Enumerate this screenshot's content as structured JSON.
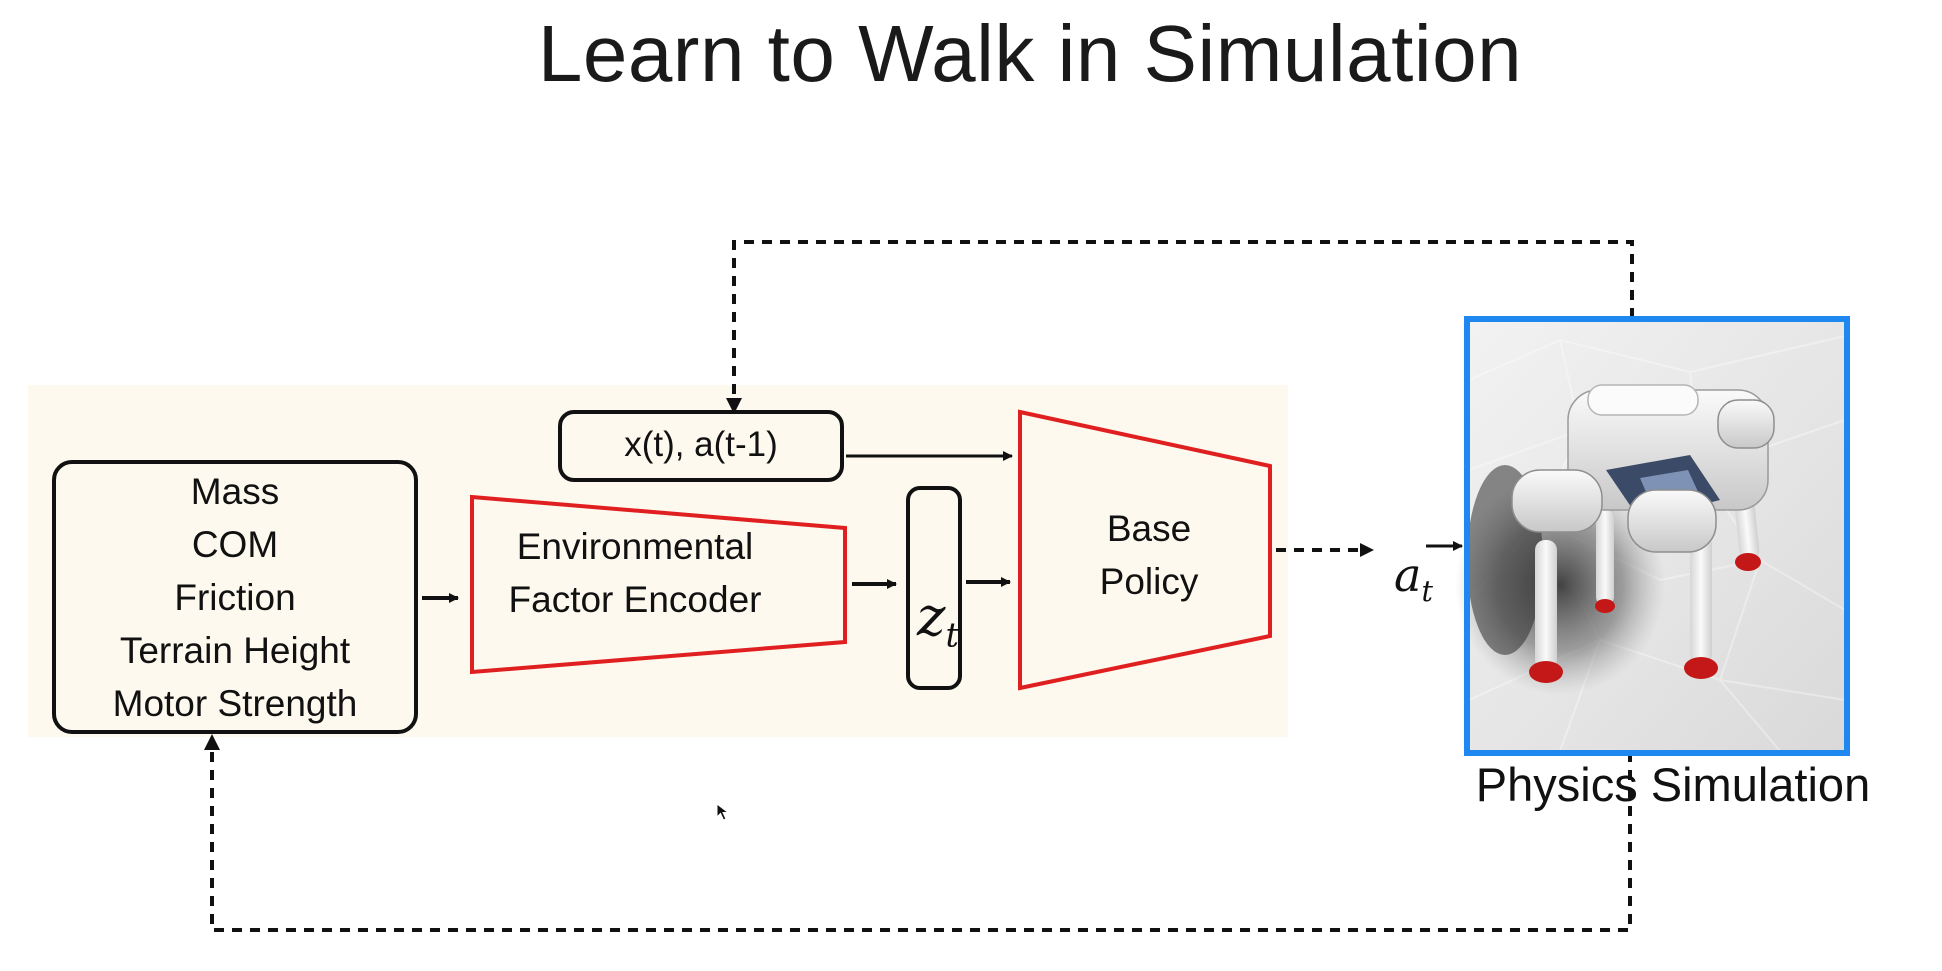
{
  "slide": {
    "title": "Learn to Walk in Simulation"
  },
  "diagram": {
    "env_params": [
      "Mass",
      "COM",
      "Friction",
      "Terrain Height",
      "Motor Strength"
    ],
    "observation": "x(t), a(t-1)",
    "encoder": {
      "line1": "Environmental",
      "line2": "Factor Encoder"
    },
    "latent": {
      "base": "z",
      "sub": "t"
    },
    "policy": {
      "line1": "Base",
      "line2": "Policy"
    },
    "action": {
      "base": "a",
      "sub": "t"
    },
    "simulation": {
      "caption": "Physics Simulation"
    }
  },
  "colors": {
    "encoder_outline": "#e02020",
    "simulation_frame": "#1e88f0",
    "panel_background": "#fdf9ef",
    "robot_foot": "#c41818"
  }
}
